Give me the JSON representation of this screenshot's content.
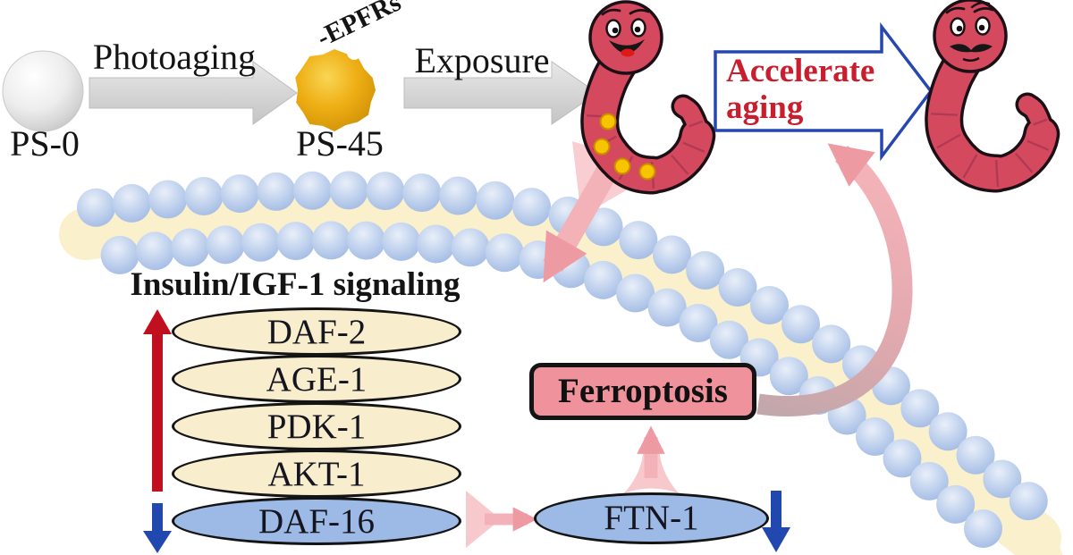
{
  "palette": {
    "background": "#ffffff",
    "ink": "#141414",
    "worm_red": "#d4495e",
    "worm_outline": "#1c1016",
    "spot_yellow": "#f6c500",
    "spot_outline": "#cc8a00",
    "gray_arrow": "#d6d6d6",
    "blue_arrow_outline": "#2747b0",
    "accent_red": "#c81e2e",
    "arrow_red": "#c01020",
    "arrow_blue": "#2148ae",
    "node_cream": "#f8eecd",
    "node_blue": "#9db9e6",
    "ferroptosis_pink": "#f0929c",
    "pink_arrow": "#f2b2b8",
    "pink_arrow_light": "#f7c9cd",
    "pink_arrow_head": "#ee9aa3",
    "membrane_band": "#faf0cb",
    "membrane_sphere": "#b9cdec",
    "ps0_gray": "#d9d9d9",
    "ps45_gold": "#eeae14"
  },
  "top_flow": {
    "ps0": "PS-0",
    "photoaging": "Photoaging",
    "ps45": "PS-45",
    "epfrs": "-EPFRs",
    "exposure": "Exposure",
    "accelerate_line1": "Accelerate",
    "accelerate_line2": "aging"
  },
  "pathway": {
    "title": "Insulin/IGF-1 signaling",
    "nodes": [
      {
        "label": "DAF-2",
        "type": "cream"
      },
      {
        "label": "AGE-1",
        "type": "cream"
      },
      {
        "label": "PDK-1",
        "type": "cream"
      },
      {
        "label": "AKT-1",
        "type": "cream"
      },
      {
        "label": "DAF-16",
        "type": "blue"
      }
    ]
  },
  "ferroptosis": {
    "label": "Ferroptosis"
  },
  "ftn1": {
    "label": "FTN-1"
  }
}
